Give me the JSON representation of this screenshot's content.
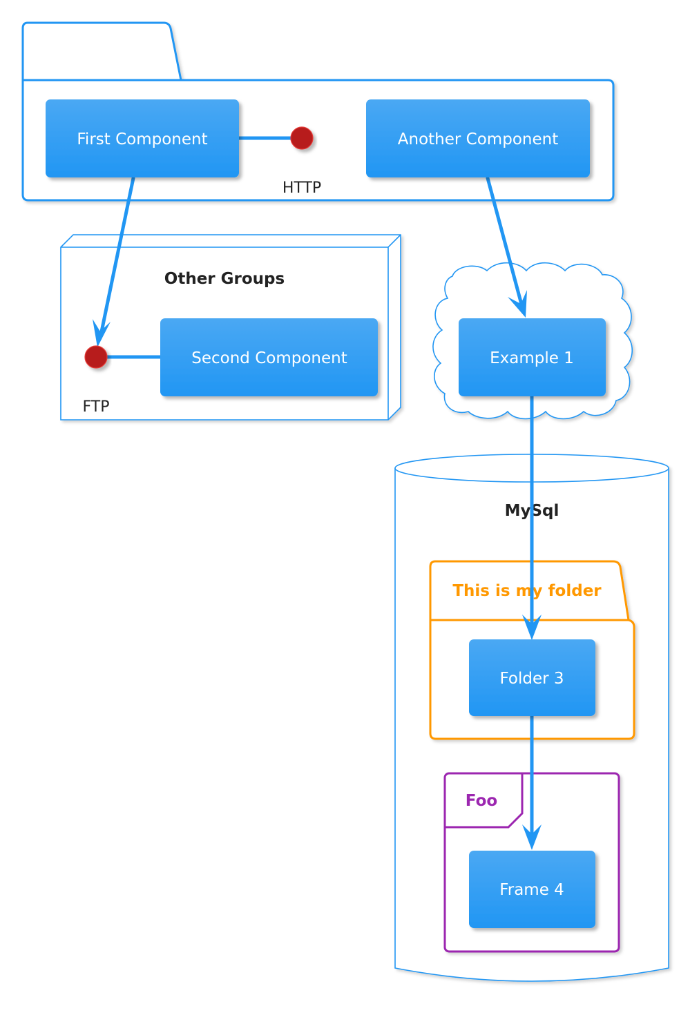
{
  "colors": {
    "accent": "#2196F3",
    "component_top": "#4AA8F3",
    "component_bottom": "#2196F3",
    "interface_dot": "#B71C1C",
    "folder_orange": "#FF9800",
    "frame_purple": "#9C27B0",
    "text_dark": "#222222"
  },
  "containers": {
    "other_groups": {
      "label": "Other Groups",
      "shape": "node"
    },
    "mysql": {
      "label": "MySql",
      "shape": "database"
    },
    "folder": {
      "label": "This is my folder",
      "shape": "folder"
    },
    "frame": {
      "label": "Foo",
      "shape": "frame"
    },
    "cloud": {
      "shape": "cloud"
    },
    "package": {
      "shape": "package"
    }
  },
  "components": {
    "first": "First Component",
    "another": "Another Component",
    "second": "Second Component",
    "example1": "Example 1",
    "folder3": "Folder 3",
    "frame4": "Frame 4"
  },
  "interfaces": {
    "http": "HTTP",
    "ftp": "FTP"
  },
  "links": [
    {
      "from": "First Component",
      "to": "HTTP",
      "type": "line"
    },
    {
      "from": "First Component",
      "to": "FTP",
      "type": "arrow"
    },
    {
      "from": "Second Component",
      "to": "FTP",
      "type": "line"
    },
    {
      "from": "Another Component",
      "to": "Example 1",
      "type": "arrow"
    },
    {
      "from": "Example 1",
      "to": "Folder 3",
      "type": "arrow"
    },
    {
      "from": "Folder 3",
      "to": "Frame 4",
      "type": "arrow"
    }
  ]
}
